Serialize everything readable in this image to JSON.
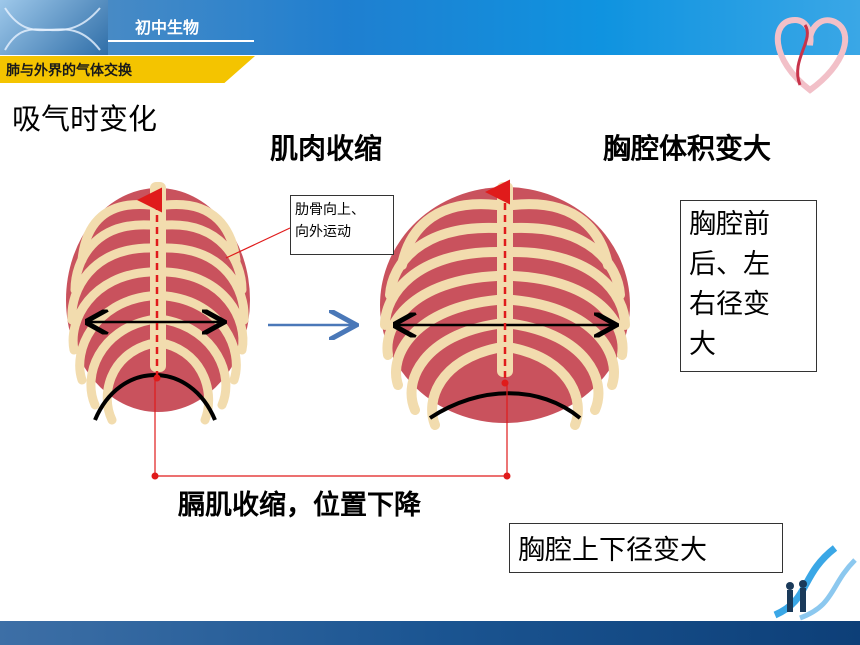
{
  "header": {
    "subject": "初中生物"
  },
  "tag": {
    "text": "肺与外界的气体交换"
  },
  "section_title": "吸气时变化",
  "labels": {
    "muscle": "肌肉收缩",
    "volume": "胸腔体积变大",
    "rib_note": [
      "肋骨向上、",
      "向外运动"
    ],
    "ap_box": [
      "胸腔前",
      "后、左",
      "右径变",
      "大"
    ],
    "diaphragm": "膈肌收缩，位置下降",
    "vertical_box": "胸腔上下径变大"
  },
  "colors": {
    "header_blue": "#1f7fd0",
    "tag_yellow": "#f4c400",
    "rib_bone": "#f2dcae",
    "rib_muscle": "#c9525d",
    "red_guide": "#e01b1b",
    "arrow_blue": "#4a78b8"
  }
}
